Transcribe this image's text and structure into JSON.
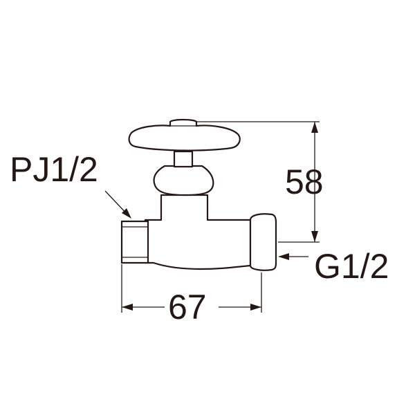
{
  "labels": {
    "inlet_thread": "PJ1/2",
    "outlet_thread": "G1/2",
    "height_dimension": "58",
    "length_dimension": "67"
  },
  "colors": {
    "line": "#231815",
    "background": "#ffffff"
  }
}
